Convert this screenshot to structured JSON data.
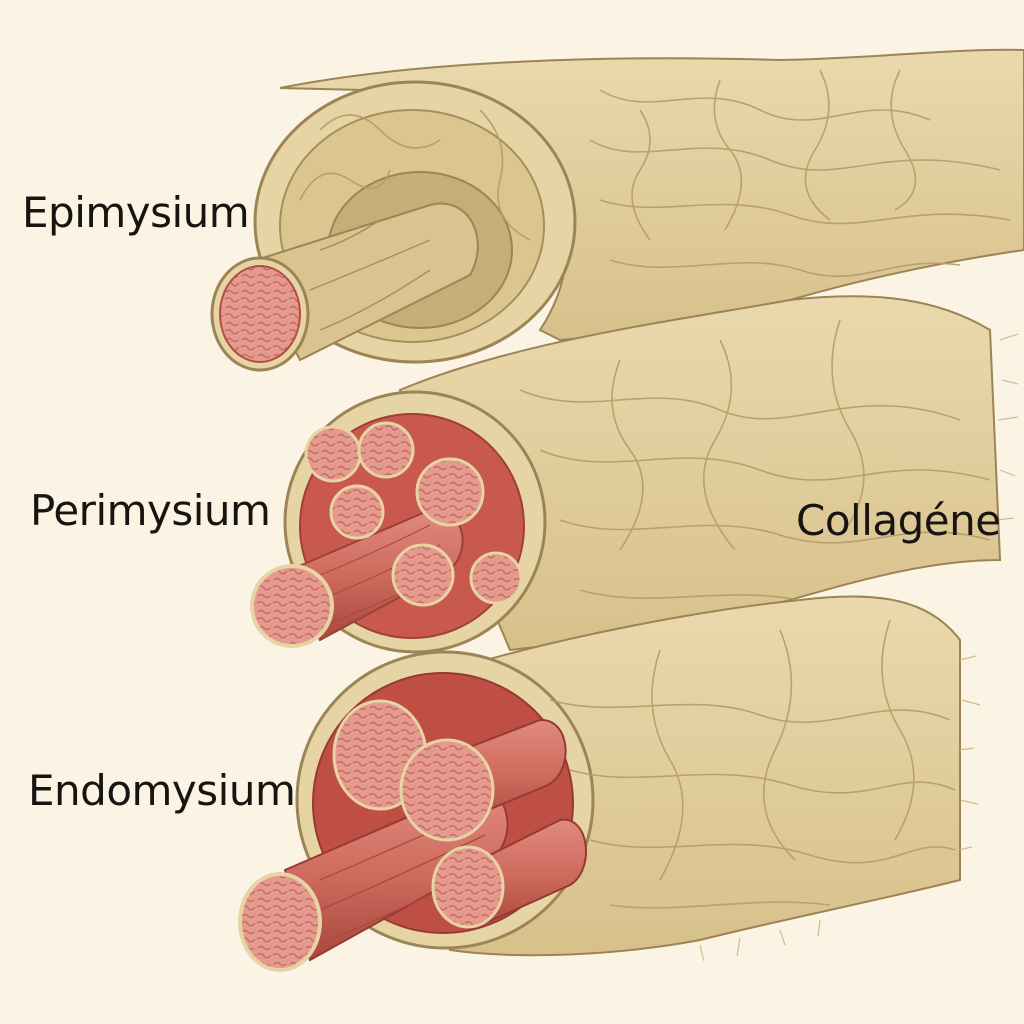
{
  "labels": {
    "epimysium": "Epimysium",
    "perimysium": "Perimysium",
    "endomysium": "Endomysium",
    "collagen": "Collagéne"
  },
  "colors": {
    "background": "#fbf3e3",
    "sheath": "#e2cf9e",
    "sheath_outline": "#9c8456",
    "collagen_fiber": "#b59c68",
    "muscle": "#d8766a",
    "muscle_dark": "#b95248",
    "muscle_cut": "#e59a8f",
    "label_text": "#171411"
  }
}
